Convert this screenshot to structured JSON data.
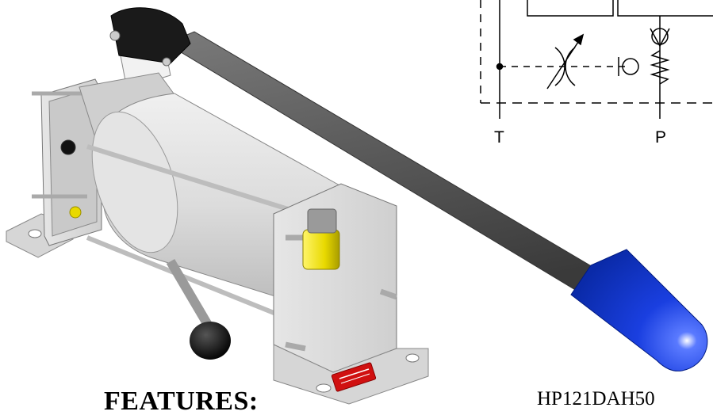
{
  "heading": "FEATURES:",
  "model_number": "HP121DAH50",
  "schematic": {
    "port_t": "T",
    "port_p": "P"
  },
  "icons": {
    "pump": "hydraulic-hand-pump-illustration",
    "schematic": "hydraulic-circuit-symbol"
  },
  "colors": {
    "handle_rod": "#5a5a5a",
    "grip": "#1a3fe0",
    "body": "#d9d9d9",
    "fitting": "#e8d900",
    "knob": "#111111",
    "warning_label": "#d01010"
  }
}
